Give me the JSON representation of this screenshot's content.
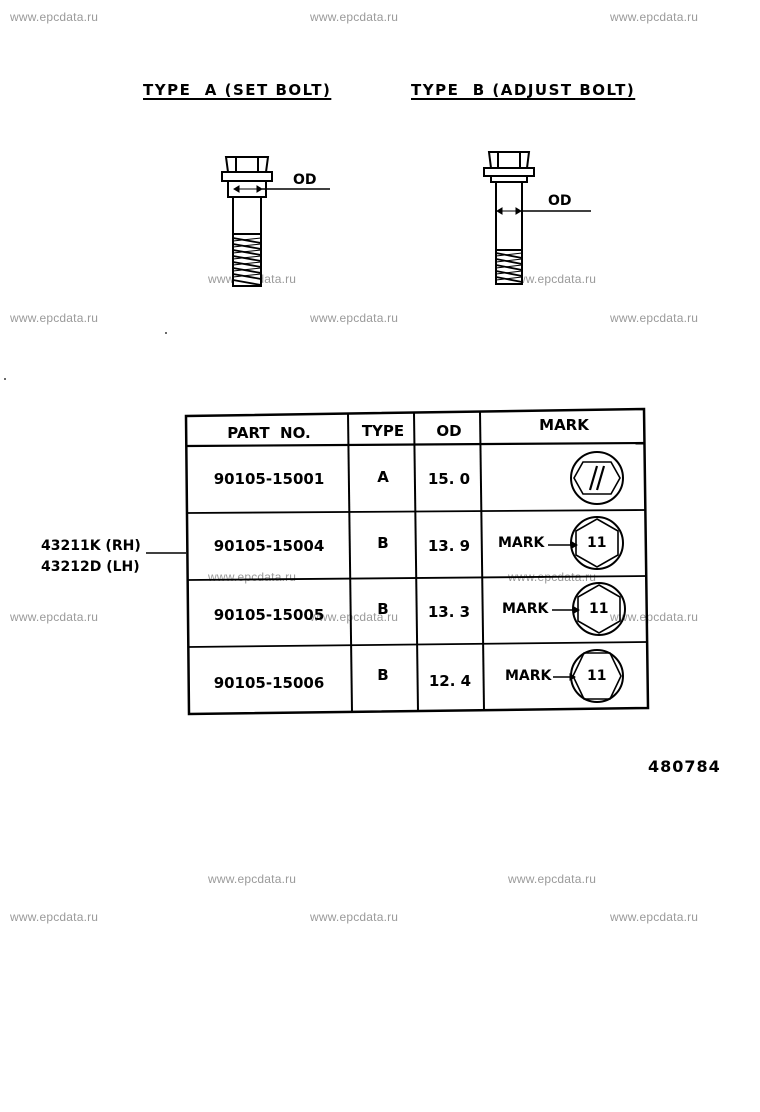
{
  "watermark": "www.epcdata.ru",
  "type_a_title": "TYPE  A (SET BOLT)",
  "type_b_title": "TYPE  B (ADJUST BOLT)",
  "od_label": "OD",
  "callout": {
    "rh": "43211K (RH)",
    "lh": "43212D (LH)"
  },
  "table": {
    "headers": {
      "part_no": "PART  NO.",
      "type": "TYPE",
      "od": "OD",
      "mark": "MARK"
    },
    "rows": [
      {
        "part_no": "90105-15001",
        "type": "A",
        "od": "15. 0",
        "mark_label": "",
        "mark_symbol": "//"
      },
      {
        "part_no": "90105-15004",
        "type": "B",
        "od": "13. 9",
        "mark_label": "MARK",
        "mark_symbol": "11"
      },
      {
        "part_no": "90105-15005",
        "type": "B",
        "od": "13. 3",
        "mark_label": "MARK",
        "mark_symbol": "11"
      },
      {
        "part_no": "90105-15006",
        "type": "B",
        "od": "12. 4",
        "mark_label": "MARK",
        "mark_symbol": "11"
      }
    ]
  },
  "diagram_number": "480784"
}
